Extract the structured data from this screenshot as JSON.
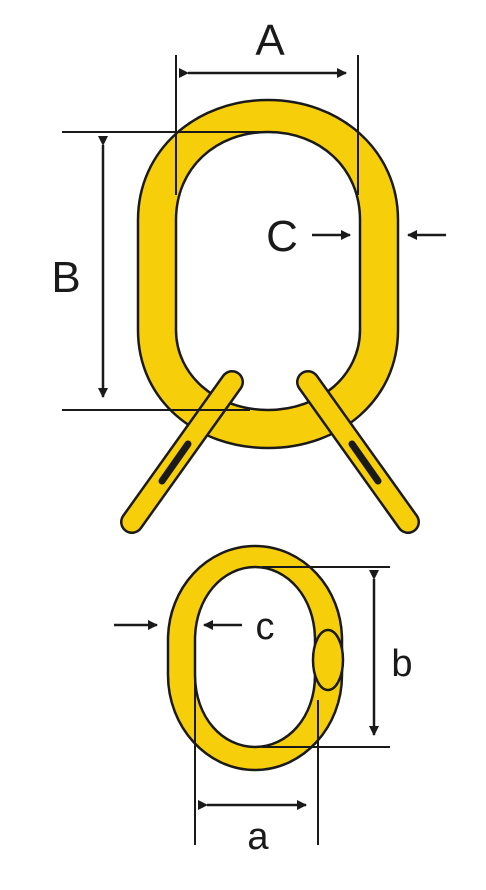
{
  "colors": {
    "link_fill": "#F6CF0A",
    "outline": "#1a1a1a",
    "background": "#ffffff"
  },
  "labels": {
    "A": "A",
    "B": "B",
    "C": "C",
    "a": "a",
    "b": "b",
    "c": "c"
  }
}
